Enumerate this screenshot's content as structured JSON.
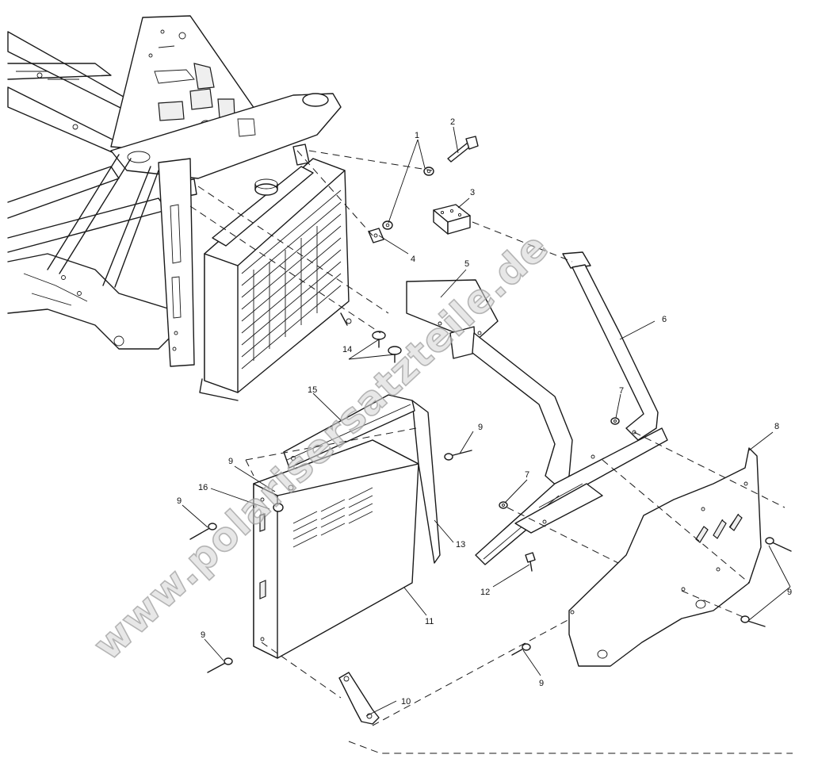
{
  "watermark": "www.polarisersatzteile.de",
  "callouts": [
    {
      "id": "c1",
      "label": "1"
    },
    {
      "id": "c2",
      "label": "2"
    },
    {
      "id": "c3",
      "label": "3"
    },
    {
      "id": "c4",
      "label": "4"
    },
    {
      "id": "c5",
      "label": "5"
    },
    {
      "id": "c6",
      "label": "6"
    },
    {
      "id": "c7a",
      "label": "7"
    },
    {
      "id": "c7b",
      "label": "7"
    },
    {
      "id": "c8",
      "label": "8"
    },
    {
      "id": "c9a",
      "label": "9"
    },
    {
      "id": "c9b",
      "label": "9"
    },
    {
      "id": "c9c",
      "label": "9"
    },
    {
      "id": "c9d",
      "label": "9"
    },
    {
      "id": "c9e",
      "label": "9"
    },
    {
      "id": "c9f",
      "label": "9"
    },
    {
      "id": "c10",
      "label": "10"
    },
    {
      "id": "c11",
      "label": "11"
    },
    {
      "id": "c12",
      "label": "12"
    },
    {
      "id": "c13",
      "label": "13"
    },
    {
      "id": "c14",
      "label": "14"
    },
    {
      "id": "c15",
      "label": "15"
    },
    {
      "id": "c16",
      "label": "16"
    }
  ]
}
